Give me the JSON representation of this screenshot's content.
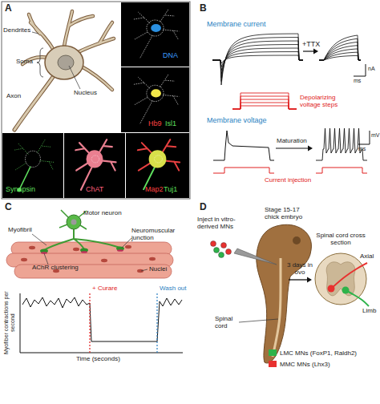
{
  "diagram": {
    "nodes": [
      {
        "text": [
          "DNA"
        ]
      },
      {
        "text": [
          "Hb9",
          "Isl1"
        ]
      },
      {
        "text": [
          "Synapsin"
        ]
      },
      {
        "text": [
          "ChAT"
        ]
      },
      {
        "text": [
          "Map2",
          "Tuj1"
        ]
      }
    ],
    "labels": [
      "A",
      "Dendrites",
      "Soma",
      "Axon",
      "Nucleus",
      "B",
      "Membrane current",
      "+TTX",
      "nA",
      "ms",
      "Depolarizing voltage steps",
      "Membrane voltage",
      "Maturation",
      "mV",
      "ms",
      "Current injection",
      "C",
      "Motor neuron",
      "Myofibril",
      "Neuromuscular junction",
      "AChR clustering",
      "Nuclei",
      "+ Curare",
      "Wash out",
      "Myofiber contractions per second",
      "Time (seconds)",
      "D",
      "Inject in vitro-derived MNs",
      "Stage 15-17 chick embryo",
      "Spinal cord",
      "3 days in ovo",
      "Spinal cord cross section",
      "Axial",
      "Limb"
    ],
    "legend": [
      {
        "text": "LMC MNs (FoxP1, Raldh2)",
        "color": "#2db34a"
      },
      {
        "text": "MMC MNs (Lhx3)",
        "color": "#e8312f"
      }
    ]
  }
}
